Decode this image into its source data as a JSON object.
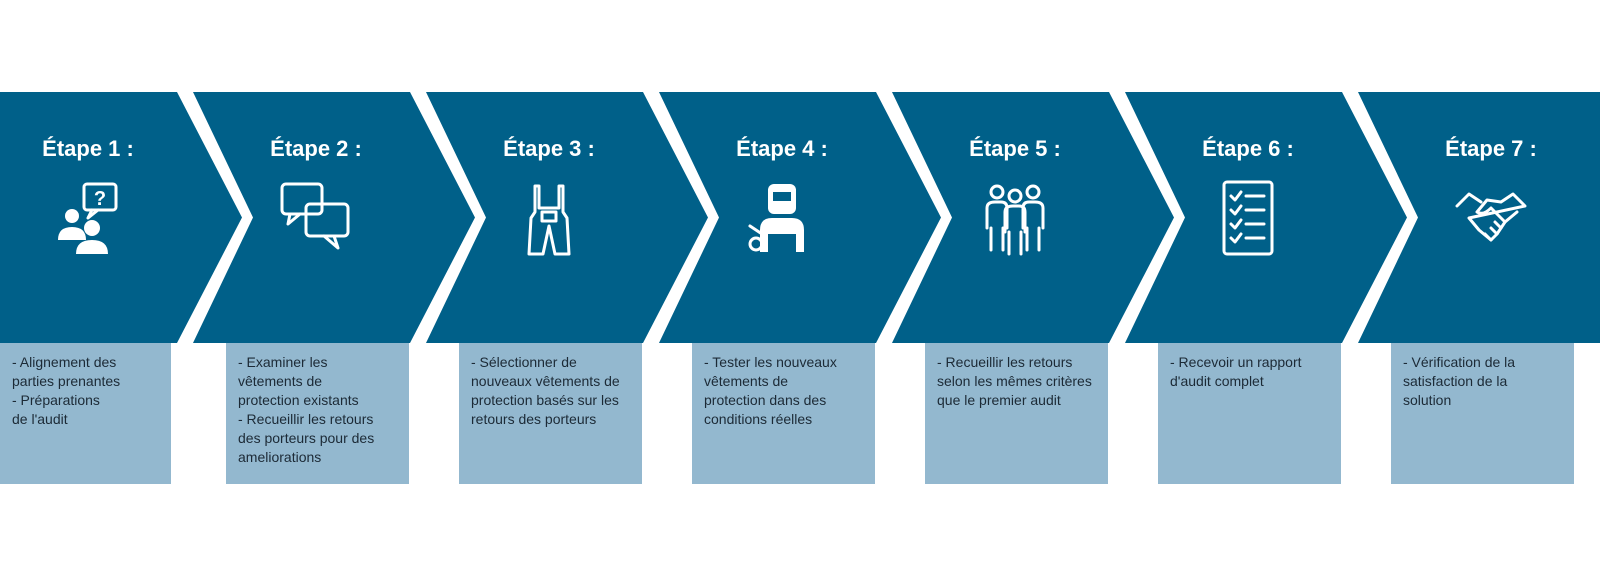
{
  "colors": {
    "chevron": "#006089",
    "description_box": "#93b8cf",
    "text_dark": "#1c2a36",
    "text_light": "#ffffff"
  },
  "steps": [
    {
      "title": "Étape 1 :",
      "icon": "stakeholder-question-icon",
      "description": [
        "- Alignement des",
        "parties prenantes",
        "- Préparations",
        "de l'audit"
      ]
    },
    {
      "title": "Étape 2 :",
      "icon": "speech-bubbles-icon",
      "description": [
        "- Examiner les",
        "vêtements de",
        "protection existants",
        "- Recueillir les retours",
        "des porteurs pour des",
        "ameliorations"
      ]
    },
    {
      "title": "Étape 3 :",
      "icon": "overalls-icon",
      "description": [
        "- Sélectionner de",
        "nouveaux vêtements de",
        "protection basés sur les",
        "retours des porteurs"
      ]
    },
    {
      "title": "Étape 4 :",
      "icon": "welder-icon",
      "description": [
        "- Tester les nouveaux",
        "vêtements de",
        "protection dans des",
        "conditions réelles"
      ]
    },
    {
      "title": "Étape 5 :",
      "icon": "group-people-icon",
      "description": [
        "- Recueillir les retours",
        "selon les mêmes critères",
        "que le premier audit"
      ]
    },
    {
      "title": "Étape 6 :",
      "icon": "checklist-icon",
      "description": [
        "- Recevoir un rapport",
        "d'audit complet"
      ]
    },
    {
      "title": "Étape 7 :",
      "icon": "handshake-icon",
      "description": [
        "- Vérification de la",
        "satisfaction de la",
        "solution"
      ]
    }
  ]
}
